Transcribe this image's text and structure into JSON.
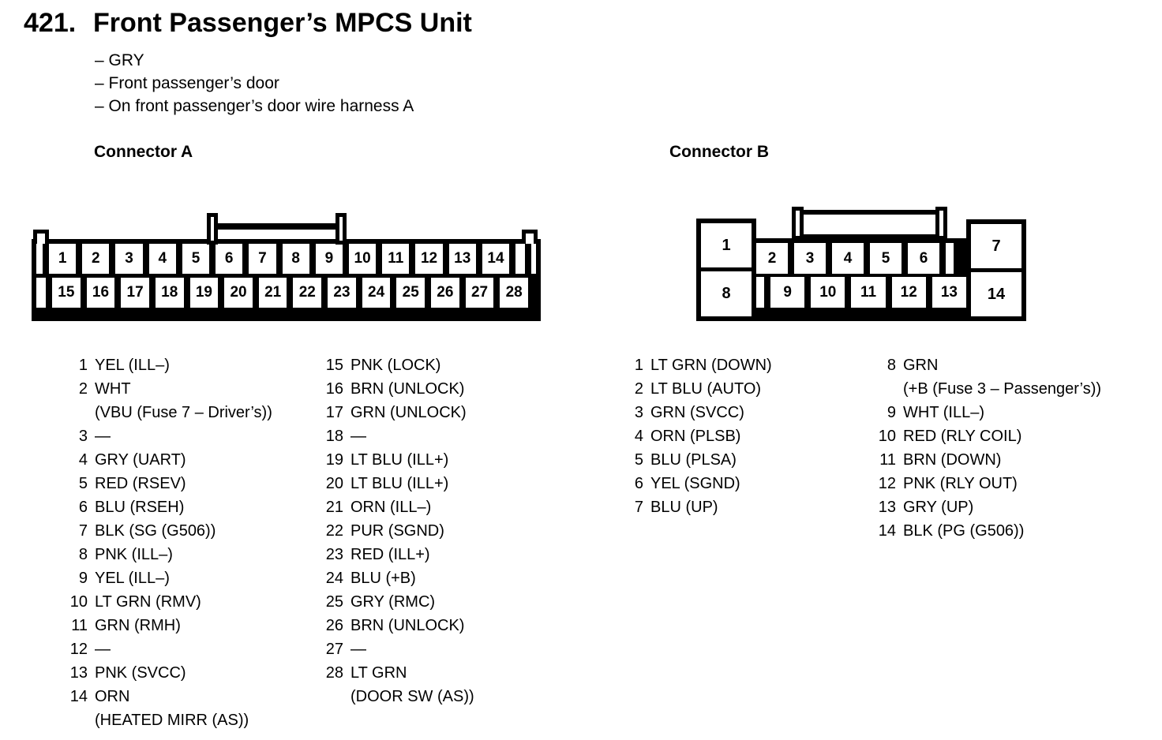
{
  "page": {
    "section_number": "421.",
    "title": "Front Passenger’s MPCS Unit",
    "details": [
      "– GRY",
      "– Front passenger’s door",
      "– On front passenger’s door wire harness A"
    ]
  },
  "colors": {
    "ink": "#000000",
    "paper": "#ffffff"
  },
  "connector_a": {
    "label": "Connector A",
    "top_pins": [
      "1",
      "2",
      "3",
      "4",
      "5",
      "6",
      "7",
      "8",
      "9",
      "10",
      "11",
      "12",
      "13",
      "14"
    ],
    "bottom_pins": [
      "15",
      "16",
      "17",
      "18",
      "19",
      "20",
      "21",
      "22",
      "23",
      "24",
      "25",
      "26",
      "27",
      "28"
    ],
    "pin_list_col1": [
      {
        "num": "1",
        "lines": [
          "YEL (ILL–)"
        ]
      },
      {
        "num": "2",
        "lines": [
          "WHT",
          "(VBU (Fuse 7 – Driver’s))"
        ]
      },
      {
        "num": "3",
        "lines": [
          "—"
        ]
      },
      {
        "num": "4",
        "lines": [
          "GRY (UART)"
        ]
      },
      {
        "num": "5",
        "lines": [
          "RED (RSEV)"
        ]
      },
      {
        "num": "6",
        "lines": [
          "BLU (RSEH)"
        ]
      },
      {
        "num": "7",
        "lines": [
          "BLK (SG (G506))"
        ]
      },
      {
        "num": "8",
        "lines": [
          "PNK (ILL–)"
        ]
      },
      {
        "num": "9",
        "lines": [
          "YEL (ILL–)"
        ]
      },
      {
        "num": "10",
        "lines": [
          "LT GRN (RMV)"
        ]
      },
      {
        "num": "11",
        "lines": [
          "GRN (RMH)"
        ]
      },
      {
        "num": "12",
        "lines": [
          "—"
        ]
      },
      {
        "num": "13",
        "lines": [
          "PNK (SVCC)"
        ]
      },
      {
        "num": "14",
        "lines": [
          "ORN",
          "(HEATED MIRR (AS))"
        ]
      }
    ],
    "pin_list_col2": [
      {
        "num": "15",
        "lines": [
          "PNK (LOCK)"
        ]
      },
      {
        "num": "16",
        "lines": [
          "BRN (UNLOCK)"
        ]
      },
      {
        "num": "17",
        "lines": [
          "GRN (UNLOCK)"
        ]
      },
      {
        "num": "18",
        "lines": [
          "—"
        ]
      },
      {
        "num": "19",
        "lines": [
          "LT BLU (ILL+)"
        ]
      },
      {
        "num": "20",
        "lines": [
          "LT BLU (ILL+)"
        ]
      },
      {
        "num": "21",
        "lines": [
          "ORN (ILL–)"
        ]
      },
      {
        "num": "22",
        "lines": [
          "PUR (SGND)"
        ]
      },
      {
        "num": "23",
        "lines": [
          "RED (ILL+)"
        ]
      },
      {
        "num": "24",
        "lines": [
          "BLU (+B)"
        ]
      },
      {
        "num": "25",
        "lines": [
          "GRY (RMC)"
        ]
      },
      {
        "num": "26",
        "lines": [
          "BRN (UNLOCK)"
        ]
      },
      {
        "num": "27",
        "lines": [
          "—"
        ]
      },
      {
        "num": "28",
        "lines": [
          "LT GRN",
          "(DOOR SW (AS))"
        ]
      }
    ]
  },
  "connector_b": {
    "label": "Connector B",
    "big_pins": {
      "top_left": "1",
      "bottom_left": "8",
      "top_right": "7",
      "bottom_right": "14"
    },
    "top_pins": [
      "2",
      "3",
      "4",
      "5",
      "6"
    ],
    "bottom_pins": [
      "9",
      "10",
      "11",
      "12",
      "13"
    ],
    "pin_list_col1": [
      {
        "num": "1",
        "lines": [
          "LT GRN (DOWN)"
        ]
      },
      {
        "num": "2",
        "lines": [
          "LT BLU (AUTO)"
        ]
      },
      {
        "num": "3",
        "lines": [
          "GRN (SVCC)"
        ]
      },
      {
        "num": "4",
        "lines": [
          "ORN (PLSB)"
        ]
      },
      {
        "num": "5",
        "lines": [
          "BLU (PLSA)"
        ]
      },
      {
        "num": "6",
        "lines": [
          "YEL (SGND)"
        ]
      },
      {
        "num": "7",
        "lines": [
          "BLU (UP)"
        ]
      }
    ],
    "pin_list_col2": [
      {
        "num": "8",
        "lines": [
          "GRN",
          "(+B (Fuse 3 – Passenger’s))"
        ]
      },
      {
        "num": "9",
        "lines": [
          "WHT (ILL–)"
        ]
      },
      {
        "num": "10",
        "lines": [
          "RED (RLY COIL)"
        ]
      },
      {
        "num": "11",
        "lines": [
          "BRN (DOWN)"
        ]
      },
      {
        "num": "12",
        "lines": [
          "PNK (RLY OUT)"
        ]
      },
      {
        "num": "13",
        "lines": [
          "GRY (UP)"
        ]
      },
      {
        "num": "14",
        "lines": [
          "BLK (PG (G506))"
        ]
      }
    ]
  }
}
